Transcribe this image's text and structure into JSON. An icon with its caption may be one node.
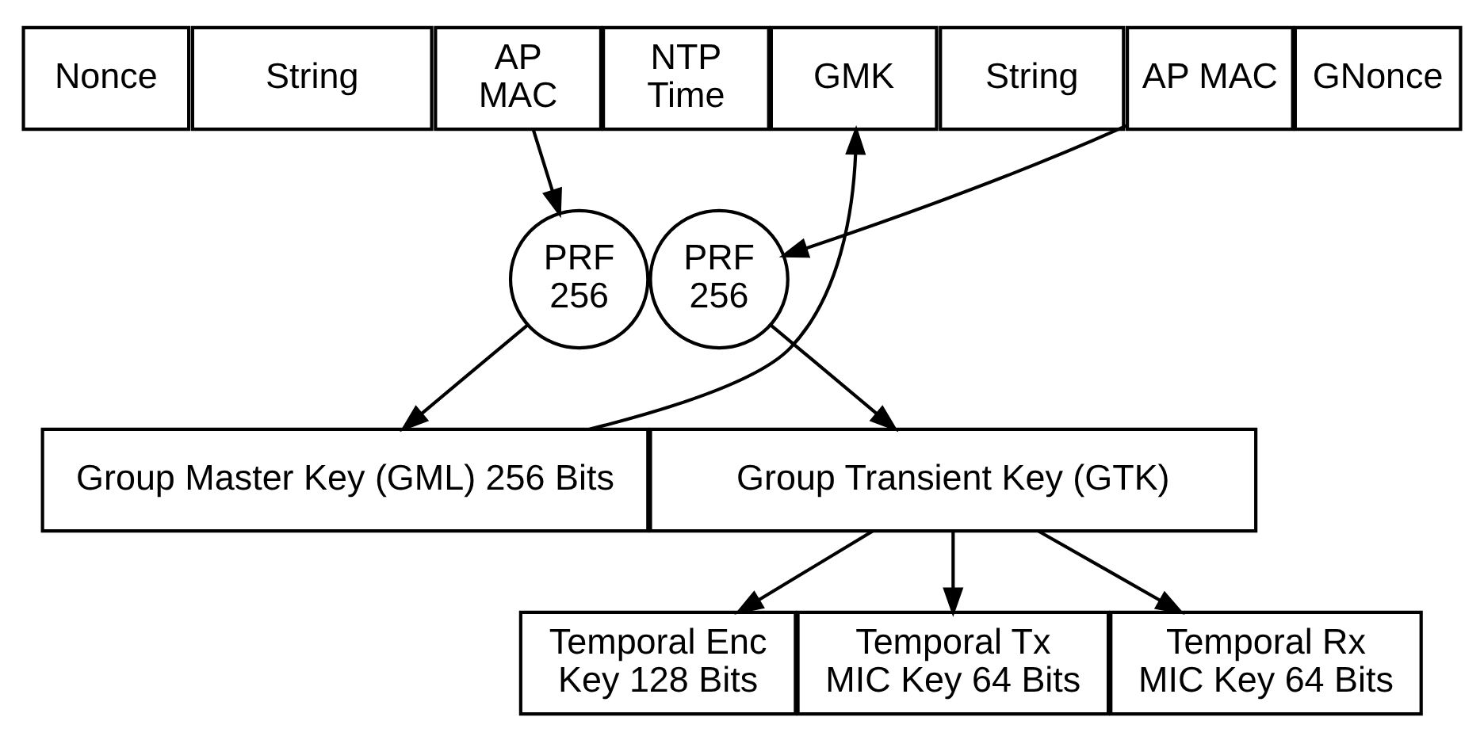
{
  "diagram": {
    "nodes": [
      {
        "text": [
          "Nonce"
        ]
      },
      {
        "text": [
          "String"
        ]
      },
      {
        "text": [
          "AP MAC"
        ]
      },
      {
        "text": [
          "NTP Time"
        ]
      },
      {
        "text": [
          "GMK"
        ]
      },
      {
        "text": [
          "String"
        ]
      },
      {
        "text": [
          "AP MAC"
        ]
      },
      {
        "text": [
          "GNonce"
        ]
      },
      {
        "text": [
          "PRF 256"
        ]
      },
      {
        "text": [
          "PRF 256"
        ]
      },
      {
        "text": [
          "Group Master Key (GML) 256 Bits"
        ]
      },
      {
        "text": [
          "Group Transient Key (GTK)"
        ]
      },
      {
        "text": [
          "Temporal Enc Key 128 Bits"
        ]
      },
      {
        "text": [
          "Temporal Tx MIC Key 64 Bits"
        ]
      },
      {
        "text": [
          "Temporal Rx MIC Key 64 Bits"
        ]
      }
    ],
    "edges": [
      {
        "from": 2,
        "to": 8,
        "arrow": "to"
      },
      {
        "from": 8,
        "to": 10,
        "arrow": "to"
      },
      {
        "from": 10,
        "to": 4,
        "arrow": "to"
      },
      {
        "from": 6,
        "to": 9,
        "arrow": "to"
      },
      {
        "from": 9,
        "to": 11,
        "arrow": "to"
      },
      {
        "from": 11,
        "to": 12,
        "arrow": "to"
      },
      {
        "from": 11,
        "to": 13,
        "arrow": "to"
      },
      {
        "from": 11,
        "to": 14,
        "arrow": "to"
      }
    ]
  }
}
